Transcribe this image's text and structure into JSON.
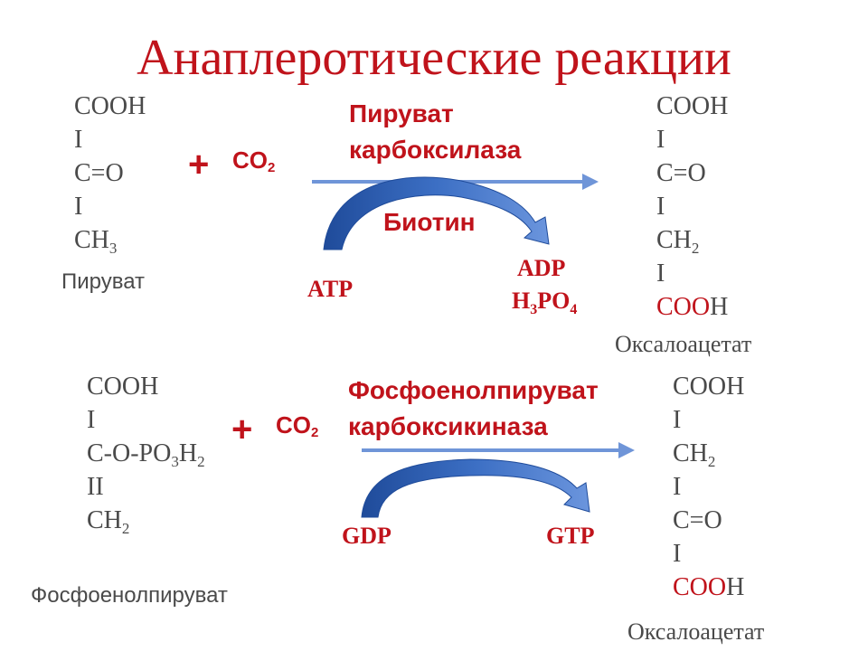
{
  "title": "Анаплеротические реакции",
  "reaction1": {
    "pyruvate_lines": [
      "COOH",
      "I",
      "C=O",
      "I"
    ],
    "pyruvate_last": {
      "base": "CH",
      "sub": "3"
    },
    "pyruvate_name": "Пируват",
    "plus": "+",
    "co2": {
      "base": "CO",
      "sub": "2"
    },
    "enzyme_line1": "Пируват",
    "enzyme_line2": "карбоксилаза",
    "cofactor": "Биотин",
    "atp": "ATP",
    "adp": "ADP",
    "h3po4": {
      "a": "H",
      "b": "3",
      "c": "PO",
      "d": "4"
    },
    "product_lines": [
      "COOH",
      "I",
      "C=O",
      "I"
    ],
    "product_ch2": {
      "base": "CH",
      "sub": "2"
    },
    "product_i": "I",
    "product_last": {
      "red": "COO",
      "rest": "H"
    },
    "product_name": "Оксалоацетат"
  },
  "reaction2": {
    "pep_line1": "COOH",
    "pep_line2": "I",
    "pep_line3": {
      "a": "C-O-PO",
      "b": "3",
      "c": "H",
      "d": "2"
    },
    "pep_line4": "II",
    "pep_line5": {
      "base": "CH",
      "sub": "2"
    },
    "pep_name": "Фосфоенолпируват",
    "plus": "+",
    "co2": {
      "base": "CO",
      "sub": "2"
    },
    "enzyme_line1": "Фосфоенолпируват",
    "enzyme_line2": "карбоксикиназа",
    "gdp": "GDP",
    "gtp": "GTP",
    "product_line1": "COOH",
    "product_line2": "I",
    "product_line3": {
      "base": "CH",
      "sub": "2"
    },
    "product_line4": "I",
    "product_line5": "C=O",
    "product_line6": "I",
    "product_last": {
      "red": "COO",
      "rest": "H"
    },
    "product_name": "Оксалоацетат"
  },
  "colors": {
    "title": "#c0131b",
    "labels": "#c0131b",
    "formula": "#4a4a4a",
    "arrow": "#3a6fd0",
    "curved_arrow_fill": "#2e5aa8"
  }
}
